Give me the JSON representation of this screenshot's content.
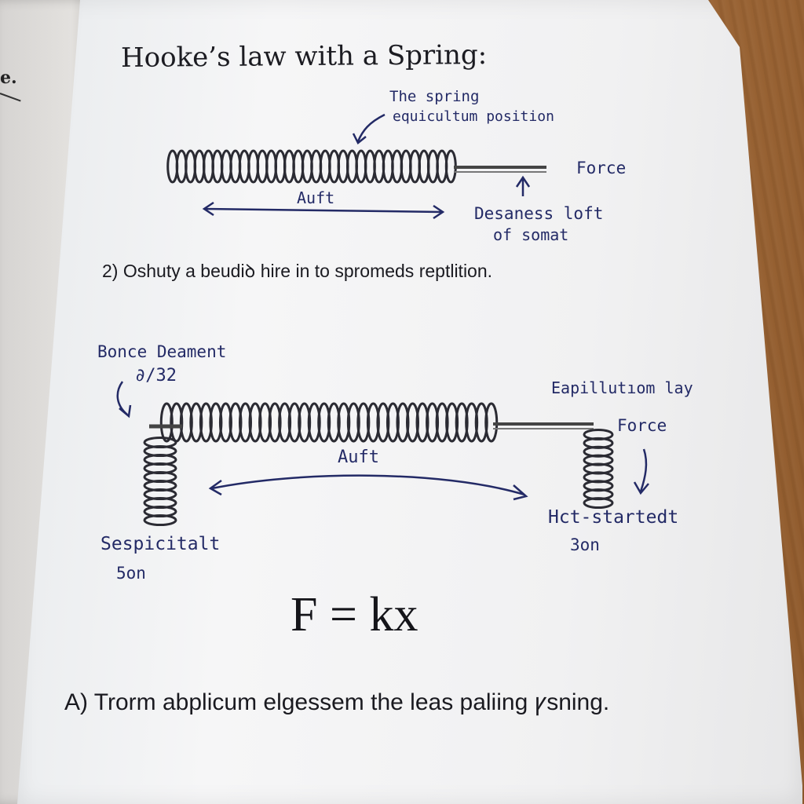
{
  "left_page": {
    "fragment": "e."
  },
  "page": {
    "title": "Hooke’s law with a Spring:",
    "diagram1": {
      "label_spring_1": "The spring",
      "label_spring_2": "equicultum position",
      "label_force": "Force",
      "label_auft": "Auft",
      "label_desaness_1": "Desaness loft",
      "label_desaness_2": "of somat"
    },
    "step2": "2) Oshuty a beudiꝺ hire in to spromeds reptlition.",
    "diagram2": {
      "label_bonce_1": "Bonce Deament",
      "label_bonce_2": "∂/32",
      "label_eq": "Eapillutıom lay",
      "label_force": "Force",
      "label_auft": "Auft",
      "label_sesp_1": "Sespicitalt",
      "label_sesp_2": "5on",
      "label_hct_1": "Hct-startedt",
      "label_hct_2": "3on"
    },
    "formula": "F = kx",
    "stepA": "A) Trorm abplicum elgessem the leas paliing ꝩsning."
  },
  "colors": {
    "ink_blue": "#232a66",
    "ink_dark": "#1c1c22",
    "paper": "#f3f3f4",
    "wood": "#a8703e"
  }
}
